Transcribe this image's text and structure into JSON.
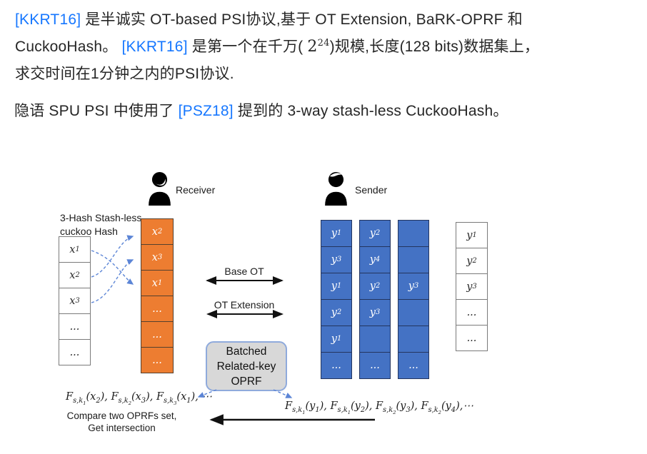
{
  "colors": {
    "link_blue": "#1677ff",
    "receiver_bin_orange": "#ED7D31",
    "sender_bin_blue": "#4472C4",
    "oprf_box_fill": "#d8d8d8",
    "oprf_box_border": "#8FAADC",
    "dashed_arrow_blue": "#5c85d6"
  },
  "paragraph1": {
    "line1": [
      {
        "type": "link",
        "text": "[KKRT16]"
      },
      {
        "type": "text",
        "text": " 是半诚实 OT-based PSI协议,基于 OT Extension, BaRK-OPRF 和"
      }
    ],
    "line2": [
      {
        "type": "text",
        "text": "CuckooHash。  "
      },
      {
        "type": "link",
        "text": "[KKRT16]"
      },
      {
        "type": "text",
        "text": " 是第一个在千万( "
      },
      {
        "type": "math",
        "text": "2"
      },
      {
        "type": "sup",
        "text": "24"
      },
      {
        "type": "text",
        "text": ")规模,长度(128 bits)数据集上，"
      }
    ],
    "line3": [
      {
        "type": "text",
        "text": "求交时间在1分钟之内的PSI协议."
      }
    ]
  },
  "paragraph2": [
    {
      "type": "text",
      "text": "隐语 SPU PSI 中使用了 "
    },
    {
      "type": "link",
      "text": "[PSZ18]"
    },
    {
      "type": "text",
      "text": " 提到的 3-way stash-less CuckooHash。"
    }
  ],
  "diagram": {
    "receiver_label": "Receiver",
    "sender_label": "Sender",
    "hash_label_line1": "3-Hash Stash-less",
    "hash_label_line2": "cuckoo Hash",
    "base_ot_label": "Base OT",
    "ot_extension_label": "OT Extension",
    "oprf_box_line1": "Batched",
    "oprf_box_line2": "Related-key",
    "oprf_box_line3": "OPRF",
    "receiver_input_column": [
      "x_1",
      "x_2",
      "x_3",
      "...",
      "..."
    ],
    "receiver_hash_column": [
      "x_2",
      "x_3",
      "x_1",
      "...",
      "...",
      "..."
    ],
    "sender_hash_columns": [
      [
        "y_1",
        "y_3",
        "y_1",
        "y_2",
        "y_1",
        "..."
      ],
      [
        "y_2",
        "y_4",
        "y_2",
        "y_3",
        "",
        "..."
      ],
      [
        "",
        "",
        "y_3",
        "",
        "",
        "..."
      ]
    ],
    "sender_input_column": [
      "y_1",
      "y_2",
      "y_3",
      "...",
      "..."
    ],
    "receiver_oprf_formula": "F_{s,k_1}(x_2), F_{s,k_2}(x_3), F_{s,k_3}(x_1), ⋯",
    "sender_oprf_formula": "F_{s,k_1}(y_1), F_{s,k_1}(y_2), F_{s,k_2}(y_3), F_{s,k_2}(y_4),⋯",
    "compare_line1": "Compare two OPRFs set,",
    "compare_line2": "Get intersection"
  }
}
